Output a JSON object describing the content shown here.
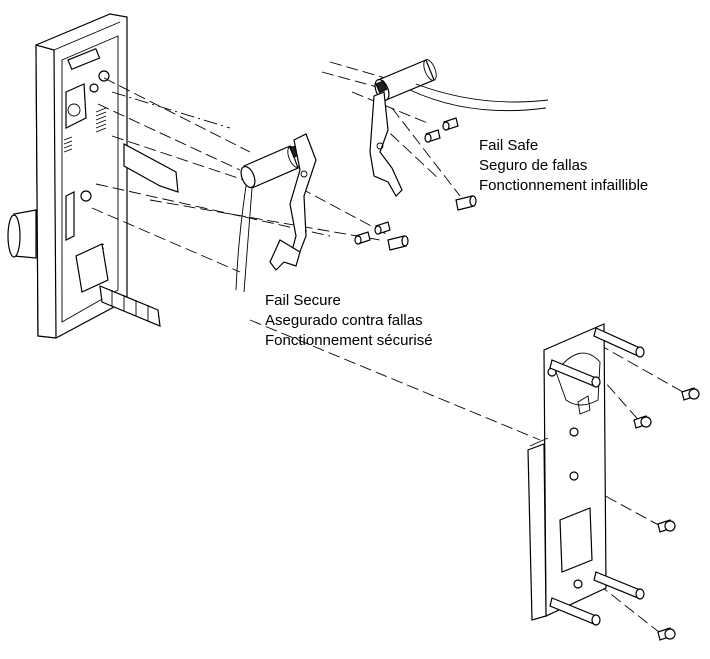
{
  "labels": {
    "fail_safe": {
      "en": "Fail Safe",
      "es": "Seguro de fallas",
      "fr": "Fonctionnement infaillible"
    },
    "fail_secure": {
      "en": "Fail Secure",
      "es": "Asegurado contra fallas",
      "fr": "Fonctionnement sécurisé"
    }
  },
  "colors": {
    "line": "#000000",
    "background": "#ffffff",
    "shade": "#d9d9d9"
  }
}
